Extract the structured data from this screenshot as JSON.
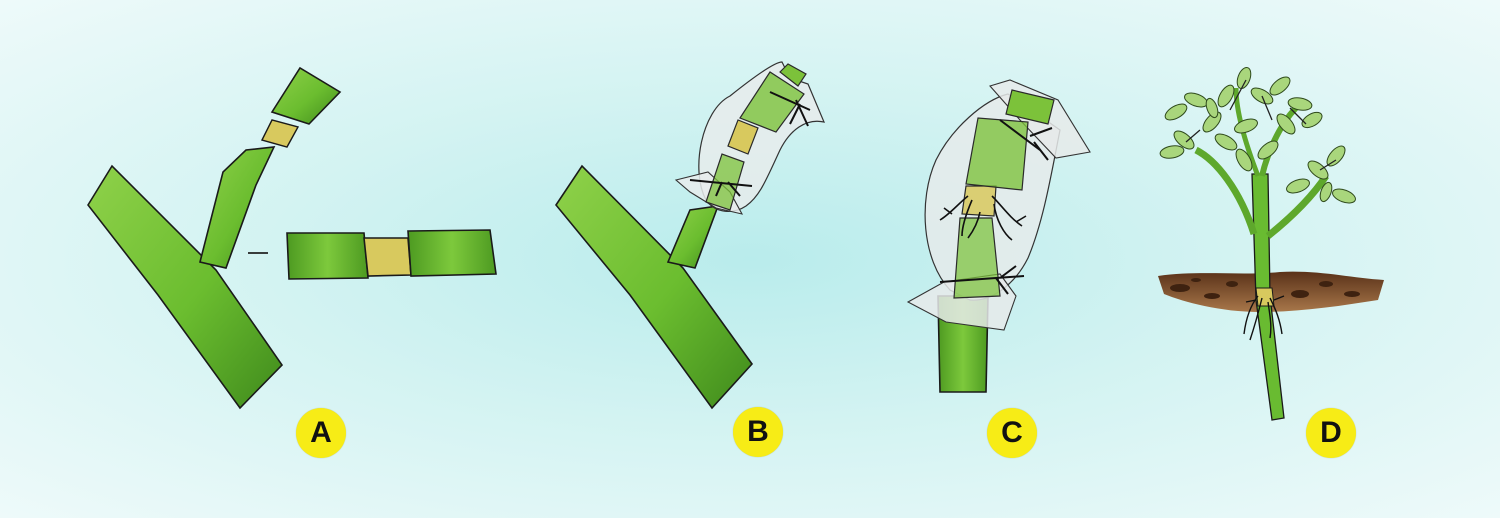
{
  "panels": [
    {
      "label": "A"
    },
    {
      "label": "B"
    },
    {
      "label": "C"
    },
    {
      "label": "D"
    }
  ],
  "colors": {
    "background": "#cdf1f0",
    "stem": "#66b92c",
    "stem_dark": "#3f8a1c",
    "rooting_zone": "#d8c95e",
    "wrap": "#e9e9e9",
    "soil": "#8b5a34",
    "leaf": "#a9d67c",
    "badge": "#f7ec16"
  }
}
